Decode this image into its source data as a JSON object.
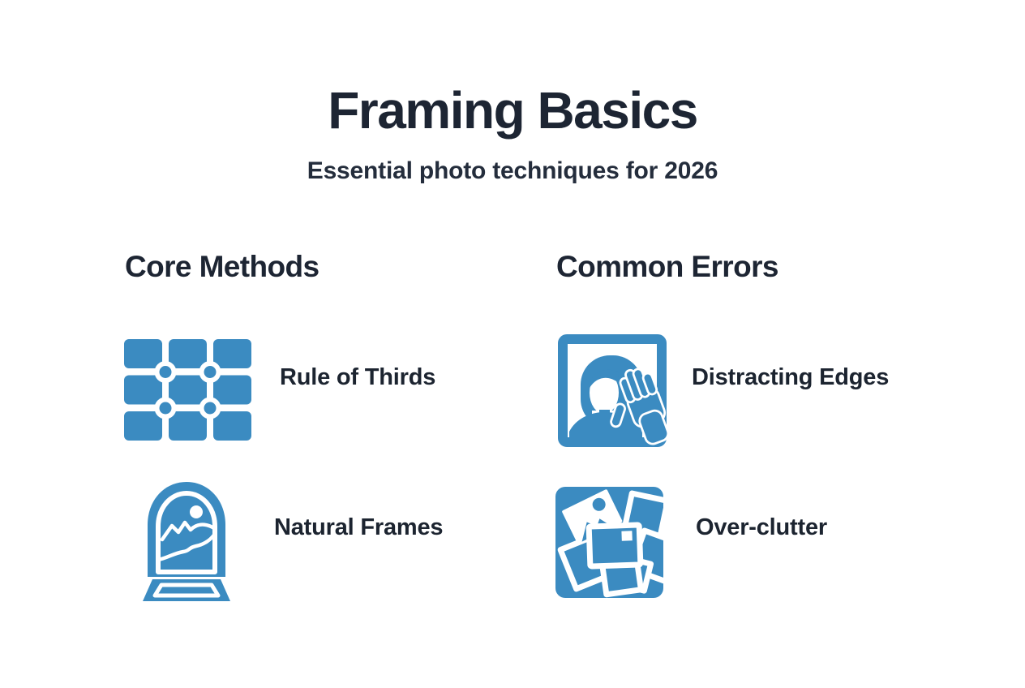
{
  "page": {
    "title": "Framing Basics",
    "subtitle": "Essential photo techniques for 2026"
  },
  "columns": [
    {
      "heading": "Core Methods",
      "items": [
        {
          "label": "Rule of Thirds",
          "icon": "rule-of-thirds-grid-icon"
        },
        {
          "label": "Natural Frames",
          "icon": "natural-frame-arch-icon"
        }
      ]
    },
    {
      "heading": "Common Errors",
      "items": [
        {
          "label": "Distracting Edges",
          "icon": "portrait-hand-at-edge-icon"
        },
        {
          "label": "Over-clutter",
          "icon": "scattered-photos-icon"
        }
      ]
    }
  ],
  "colors": {
    "accent_blue": "#3B8BC1",
    "text_dark": "#1D2533",
    "background": "#FFFFFF"
  }
}
